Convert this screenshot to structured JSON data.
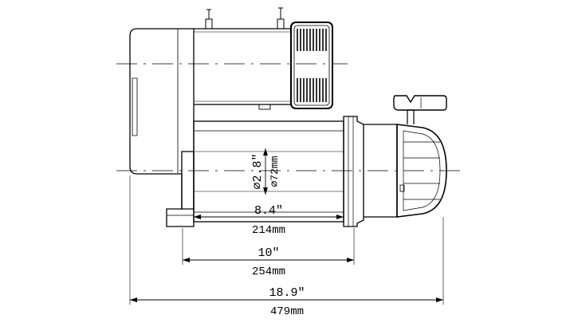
{
  "drawing": {
    "drum_diameter_in": "⌀2.8\"",
    "drum_diameter_mm": "⌀72mm",
    "drum_length_in": "8.4\"",
    "drum_length_mm": "214mm",
    "mount_spacing_in": "10\"",
    "mount_spacing_mm": "254mm",
    "overall_length_in": "18.9\"",
    "overall_length_mm": "479mm"
  }
}
